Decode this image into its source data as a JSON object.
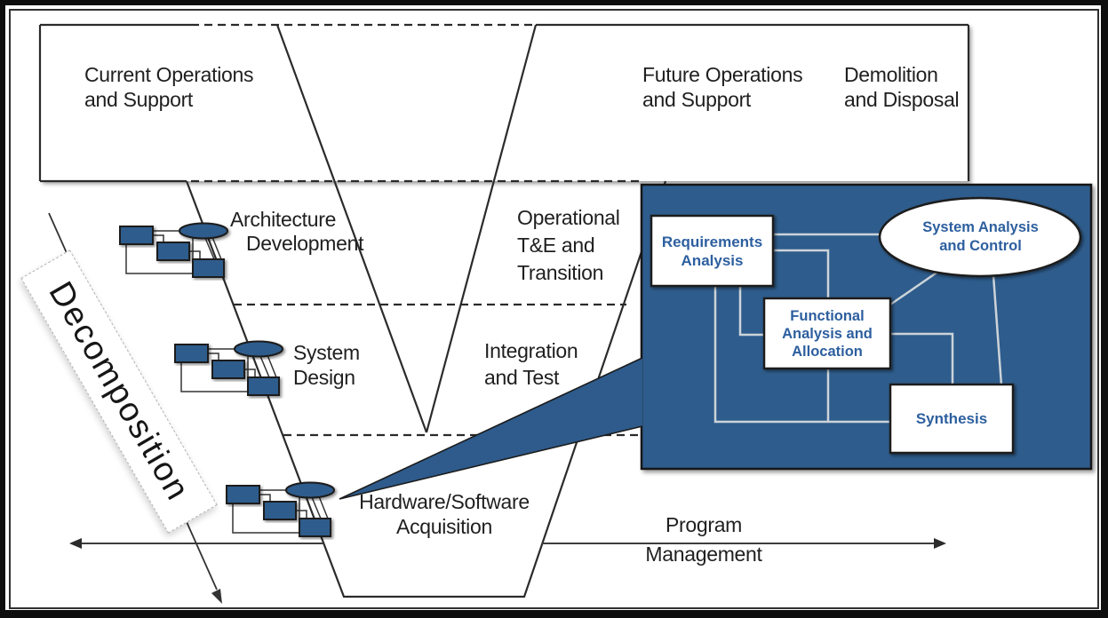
{
  "title": "Systems engineering V-model with SE process callout",
  "colors": {
    "accent_blue": "#2e5b8c",
    "label_text": "#1f1f1f",
    "panel_label_blue": "#2d5f9f",
    "connector_gray": "#ccd3d9",
    "line_dark": "#2b2b2b"
  },
  "top_band": {
    "current_ops": [
      "Current Operations",
      "and Support"
    ],
    "future_ops": [
      "Future Operations",
      "and Support"
    ],
    "demolition": [
      "Demolition",
      "and Disposal"
    ]
  },
  "v_left": {
    "architecture": [
      "Architecture",
      "Development"
    ],
    "system_design": [
      "System",
      "Design"
    ],
    "hw_sw": [
      "Hardware/Software",
      "Acquisition"
    ]
  },
  "v_right": {
    "operational_te": [
      "Operational",
      "T&E and",
      "Transition"
    ],
    "integration": [
      "Integration",
      "and Test"
    ]
  },
  "decomposition_label": "Decomposition",
  "program_management": [
    "Program",
    "Management"
  ],
  "se_panel": {
    "requirements_analysis": [
      "Requirements",
      "Analysis"
    ],
    "functional_allocation": [
      "Functional",
      "Analysis and",
      "Allocation"
    ],
    "synthesis": "Synthesis",
    "system_analysis_control": [
      "System Analysis",
      "and Control"
    ]
  }
}
